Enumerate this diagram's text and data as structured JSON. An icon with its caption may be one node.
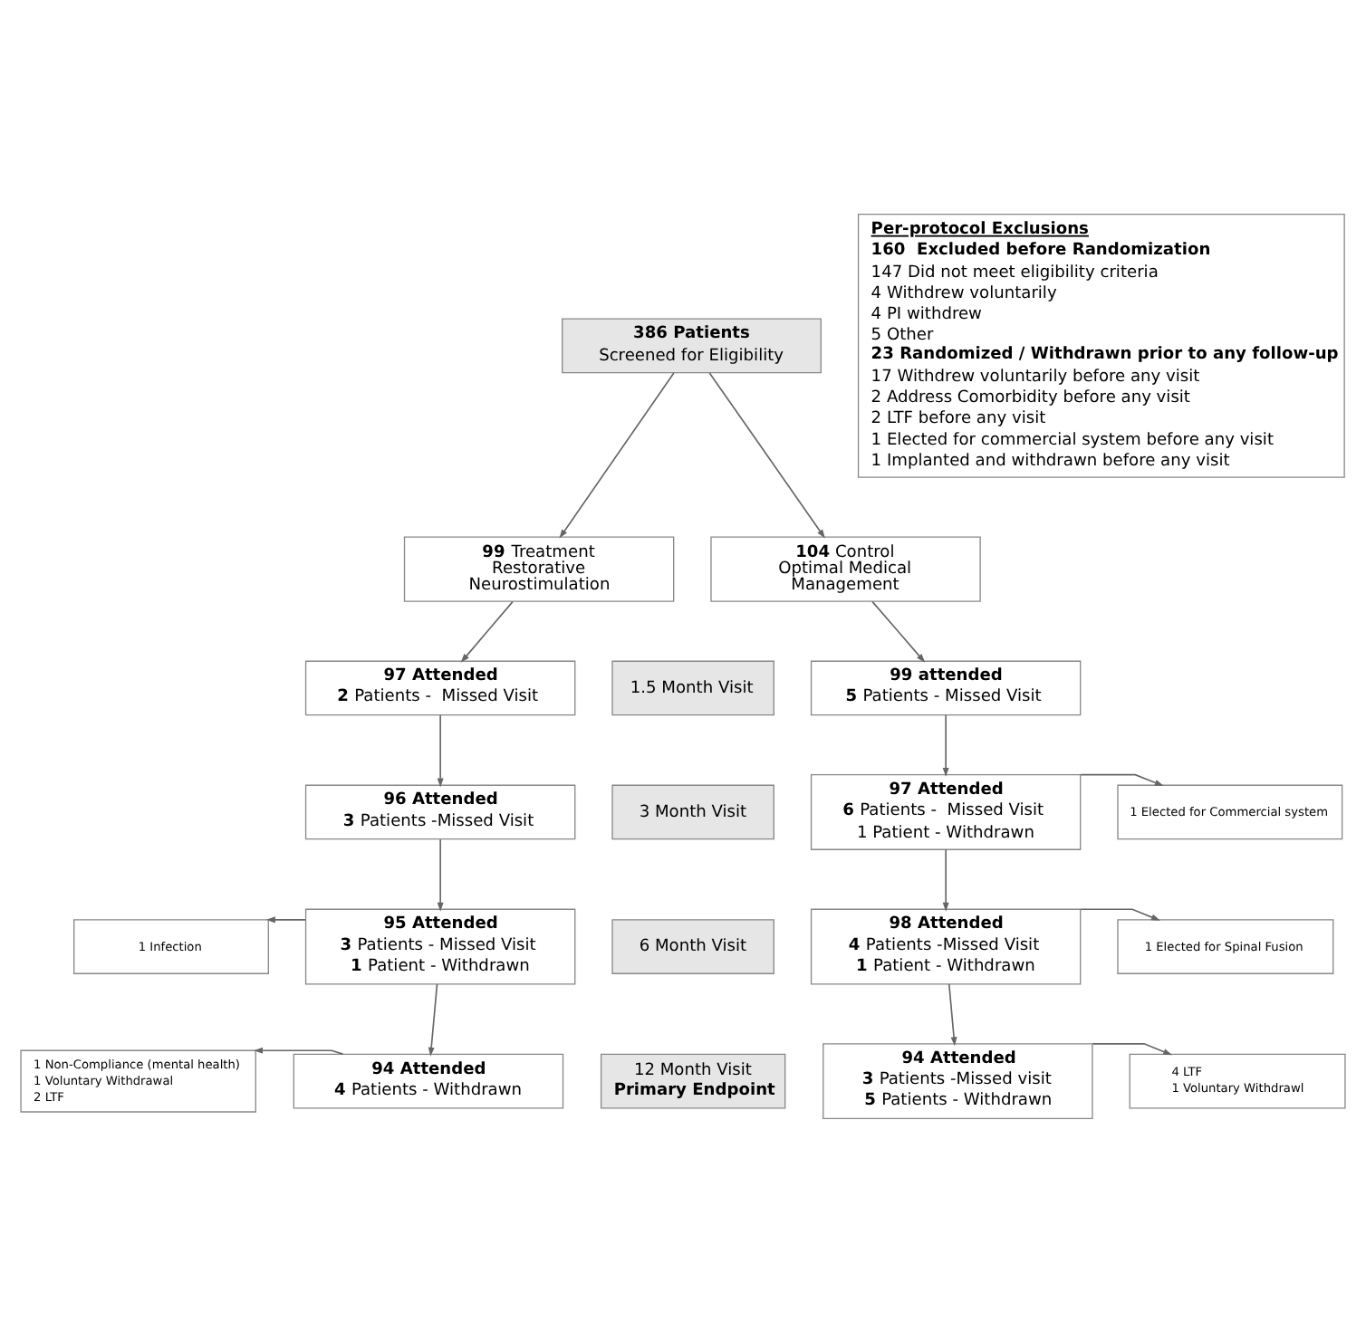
{
  "diagram": {
    "nodes": [
      {
        "text": [
          "**386 Patients**",
          "Screened for Eligibility"
        ]
      },
      {
        "text": [
          "Per-protocol Exclusions",
          "**160  Excluded before Randomization**",
          "147 Did not meet eligibility criteria",
          "4 Withdrew voluntarily",
          "4 PI withdrew",
          "5 Other",
          "**23 Randomized / Withdrawn prior to any follow-up**",
          "17 Withdrew voluntarily before any visit",
          "2 Address Comorbidity before any visit",
          "2 LTF before any visit",
          "1 Elected for commercial system before any visit",
          "1 Implanted and withdrawn before any visit"
        ]
      },
      {
        "text": [
          "**99** Treatment Restorative Neurostimulation"
        ]
      },
      {
        "text": [
          "**104** Control Optimal Medical Management"
        ]
      },
      {
        "text": [
          "**97 Attended**",
          "**2** Patients -  Missed Visit"
        ]
      },
      {
        "text": [
          "1.5 Month Visit"
        ]
      },
      {
        "text": [
          "**99 attended**",
          "**5** Patients - Missed Visit"
        ]
      },
      {
        "text": [
          "**96 Attended**",
          "**3** Patients -Missed Visit"
        ]
      },
      {
        "text": [
          "3 Month Visit"
        ]
      },
      {
        "text": [
          "**97 Attended**",
          "**6** Patients -  Missed Visit",
          "1 Patient - Withdrawn"
        ]
      },
      {
        "text": [
          "1 Elected for Commercial system"
        ]
      },
      {
        "text": [
          "1 Infection"
        ]
      },
      {
        "text": [
          "**95 Attended**",
          "**3** Patients - Missed Visit",
          "**1** Patient - Withdrawn"
        ]
      },
      {
        "text": [
          "6 Month Visit"
        ]
      },
      {
        "text": [
          "**98 Attended**",
          "**4** Patients -Missed Visit",
          "**1** Patient - Withdrawn"
        ]
      },
      {
        "text": [
          "1 Elected for Spinal Fusion"
        ]
      },
      {
        "text": [
          "1 Non-Compliance (mental health)",
          "1 Voluntary Withdrawal",
          "2 LTF"
        ]
      },
      {
        "text": [
          "**94 Attended**",
          "**4** Patients - Withdrawn"
        ]
      },
      {
        "text": [
          "12 Month Visit",
          "**Primary Endpoint**"
        ]
      },
      {
        "text": [
          "**94 Attended**",
          "**3** Patients -Missed visit",
          "**5** Patients - Withdrawn"
        ]
      },
      {
        "text": [
          "4 LTF",
          "1 Voluntary Withdrawl"
        ]
      }
    ],
    "edges": [
      {
        "from": 0,
        "to": 2,
        "arrow": "to"
      },
      {
        "from": 0,
        "to": 3,
        "arrow": "to"
      },
      {
        "from": 2,
        "to": 4,
        "arrow": "to"
      },
      {
        "from": 3,
        "to": 6,
        "arrow": "to"
      },
      {
        "from": 4,
        "to": 7,
        "arrow": "to"
      },
      {
        "from": 6,
        "to": 9,
        "arrow": "to"
      },
      {
        "from": 9,
        "to": 10,
        "arrow": "to"
      },
      {
        "from": 7,
        "to": 12,
        "arrow": "to"
      },
      {
        "from": 9,
        "to": 14,
        "arrow": "to"
      },
      {
        "from": 12,
        "to": 11,
        "arrow": "to"
      },
      {
        "from": 14,
        "to": 15,
        "arrow": "to"
      },
      {
        "from": 12,
        "to": 17,
        "arrow": "to"
      },
      {
        "from": 14,
        "to": 19,
        "arrow": "to"
      },
      {
        "from": 17,
        "to": 16,
        "arrow": "to"
      },
      {
        "from": 19,
        "to": 20,
        "arrow": "to"
      }
    ]
  }
}
